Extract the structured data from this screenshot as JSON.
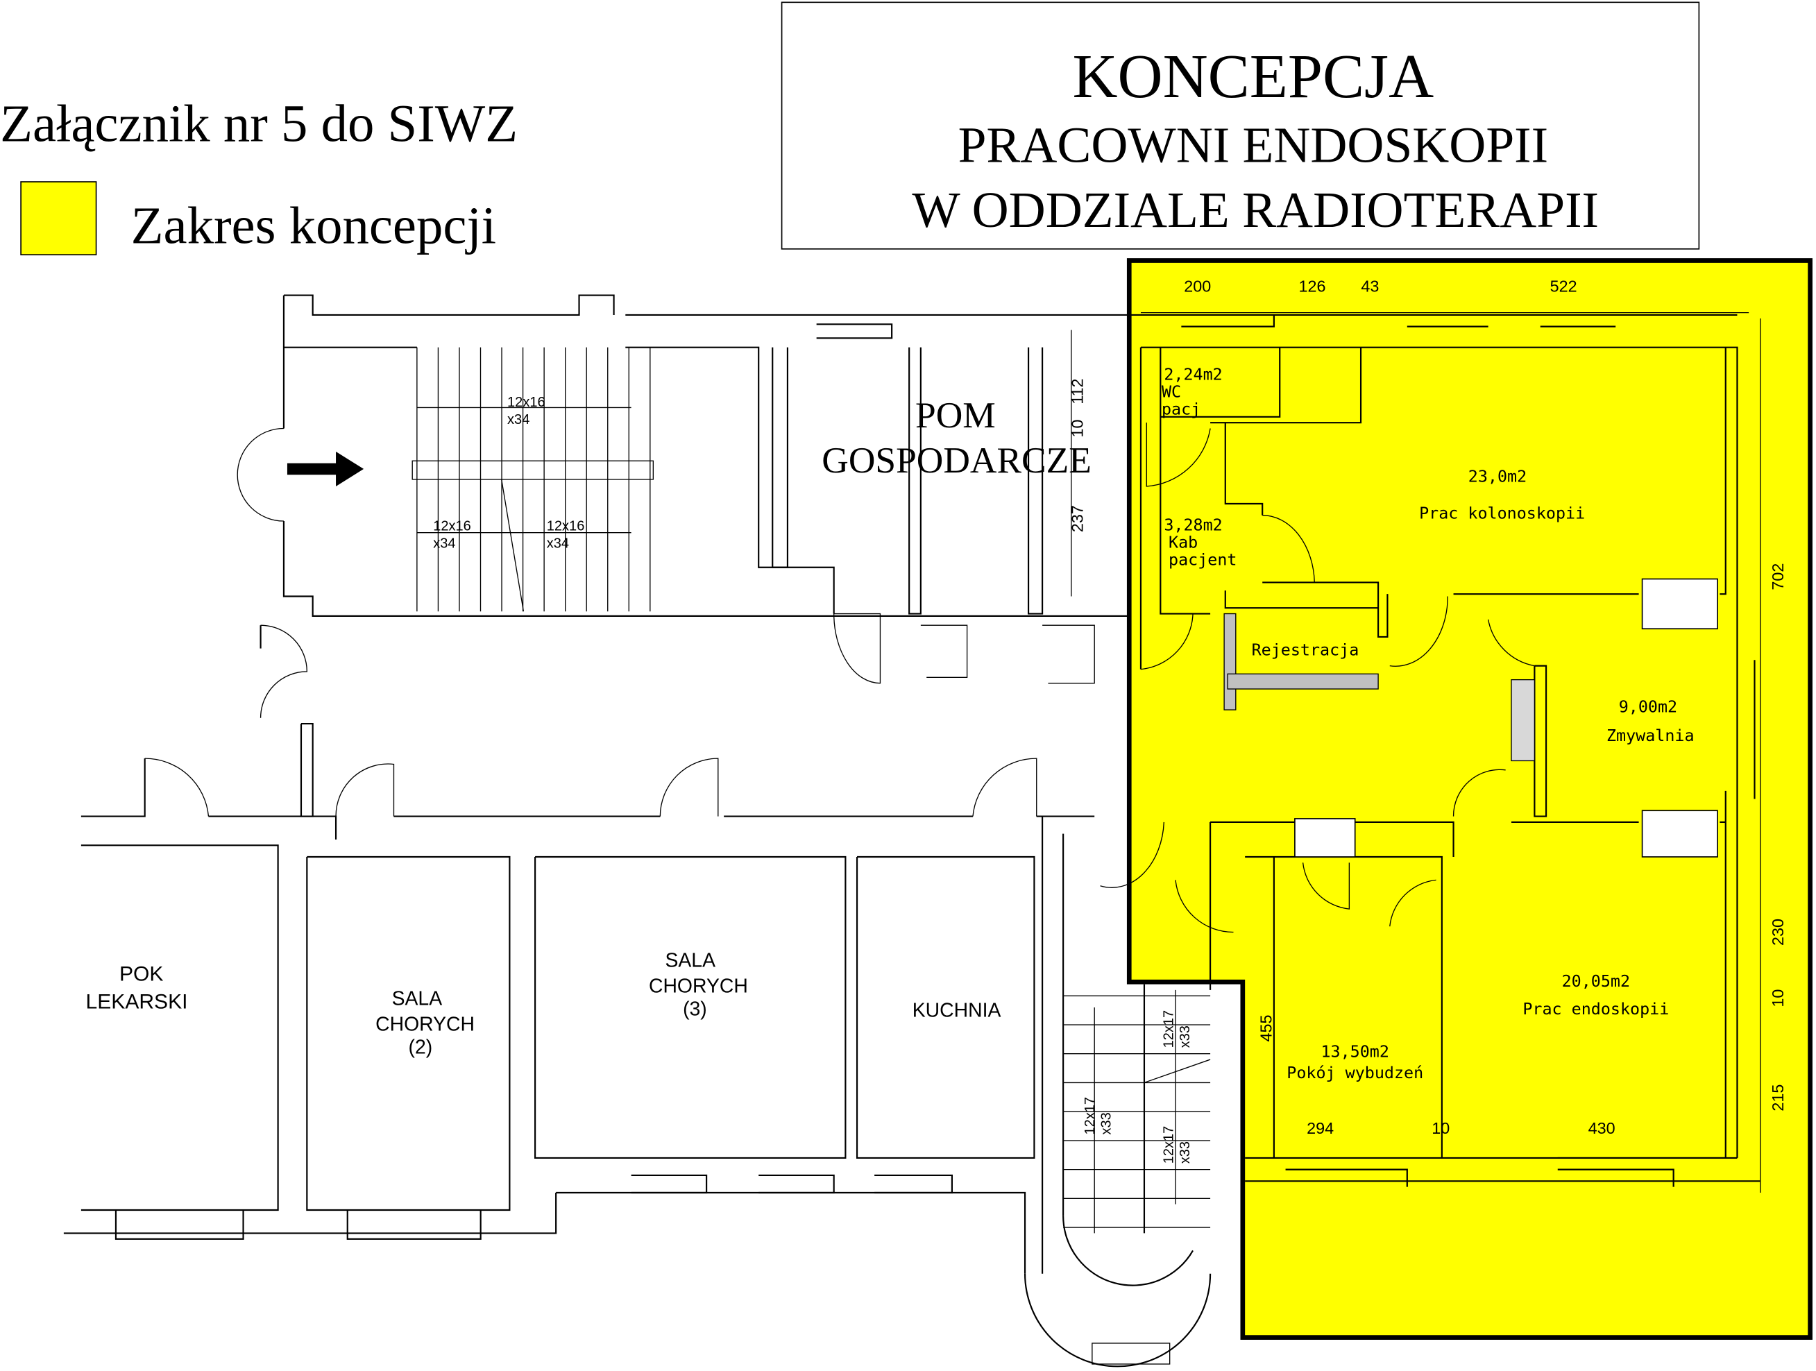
{
  "header": {
    "attachment": "Załącznik nr 5 do SIWZ",
    "legend_label": "Zakres koncepcji",
    "title_line1": "KONCEPCJA",
    "title_line2": "PRACOWNI ENDOSKOPII",
    "title_line3": "W ODDZIALE RADIOTERAPII"
  },
  "colors": {
    "scope": "#ffff00",
    "furniture": "#c0c0c0",
    "walls": "#000000"
  },
  "rooms": {
    "wc": {
      "area": "2,24m2",
      "name1": "WC",
      "name2": "pacj"
    },
    "cabin": {
      "area": "3,28m2",
      "name1": "Kab",
      "name2": "pacjent"
    },
    "colonoscopy": {
      "area": "23,0m2",
      "name": "Prac kolonoskopii"
    },
    "reception": {
      "name": "Rejestracja"
    },
    "washroom": {
      "area": "9,00m2",
      "name": "Zmywalnia"
    },
    "endoscopy": {
      "area": "20,05m2",
      "name": "Prac endoskopii"
    },
    "recovery": {
      "area": "13,50m2",
      "name": "Pokój wybudzeń"
    },
    "utility1": "POM",
    "utility2": "GOSPODARCZE",
    "office1": "POK",
    "office2": "LEKARSKI",
    "ward2_1": "SALA",
    "ward2_2": "CHORYCH",
    "ward2_3": "(2)",
    "ward3_1": "SALA",
    "ward3_2": "CHORYCH",
    "ward3_3": "(3)",
    "kitchen": "KUCHNIA"
  },
  "dimensions": {
    "top": [
      "200",
      "126",
      "43",
      "522"
    ],
    "right": [
      "702",
      "230",
      "10",
      "215"
    ],
    "bottom": [
      "294",
      "10",
      "430"
    ],
    "recovery_height": "455",
    "utility": [
      "112",
      "10",
      "237"
    ]
  },
  "stairs": {
    "s1a": "12x16",
    "s1b": "x34",
    "s2a": "12x16",
    "s2b": "x34",
    "s3a": "12x16",
    "s3b": "x34",
    "s4a": "12x17",
    "s4b": "x33",
    "s5a": "12x17",
    "s5b": "x33",
    "s6a": "12x17",
    "s6b": "x33"
  }
}
